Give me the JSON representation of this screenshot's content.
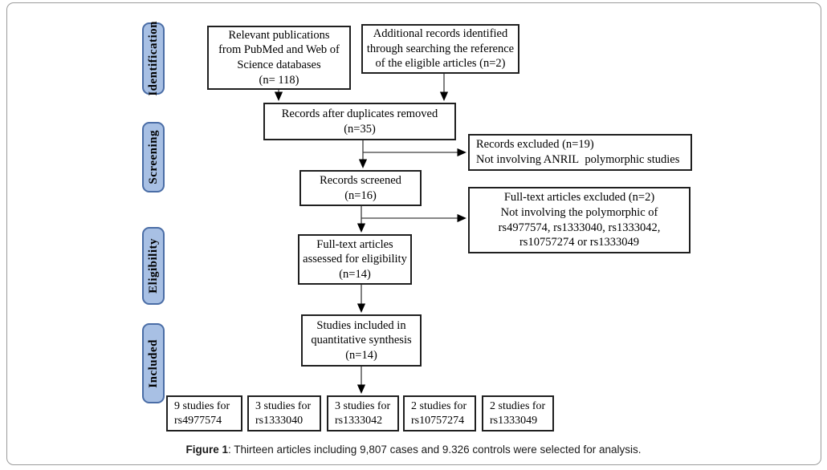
{
  "figure_type": "prisma-flow-diagram",
  "colors": {
    "stage_fill": "#a8c0e4",
    "stage_border": "#4a6da6",
    "box_border": "#1f1f1f",
    "line_color": "#3d3d3d"
  },
  "stages": [
    {
      "label": "Identification"
    },
    {
      "label": "Screening"
    },
    {
      "label": "Eligibility"
    },
    {
      "label": "Included"
    }
  ],
  "boxes": {
    "relevant_publications": "Relevant publications\nfrom PubMed and Web of\nScience databases\n(n= 118)",
    "additional_records": "Additional records identified\nthrough searching the reference\nof the eligible articles (n=2)",
    "duplicates_removed": "Records after duplicates removed\n(n=35)",
    "records_excluded": "Records excluded (n=19)\nNot involving ANRIL  polymorphic studies",
    "records_screened": "Records screened\n(n=16)",
    "fulltext_excluded": "Full-text articles excluded (n=2)\nNot involving the polymorphic of\nrs4977574, rs1333040, rs1333042,\nrs10757274 or rs1333049",
    "fulltext_assessed": "Full-text articles\nassessed for eligibility\n(n=14)",
    "studies_included": "Studies included in\nquantitative synthesis\n(n=14)",
    "snp_1": "9 studies for\nrs4977574",
    "snp_2": "3 studies for\nrs1333040",
    "snp_3": "3 studies for\nrs1333042",
    "snp_4": "2 studies for\nrs10757274",
    "snp_5": "2 studies for\nrs1333049"
  },
  "caption": {
    "label": "Figure 1",
    "text": ": Thirteen articles including 9,807 cases and 9.326 controls were selected for analysis."
  }
}
